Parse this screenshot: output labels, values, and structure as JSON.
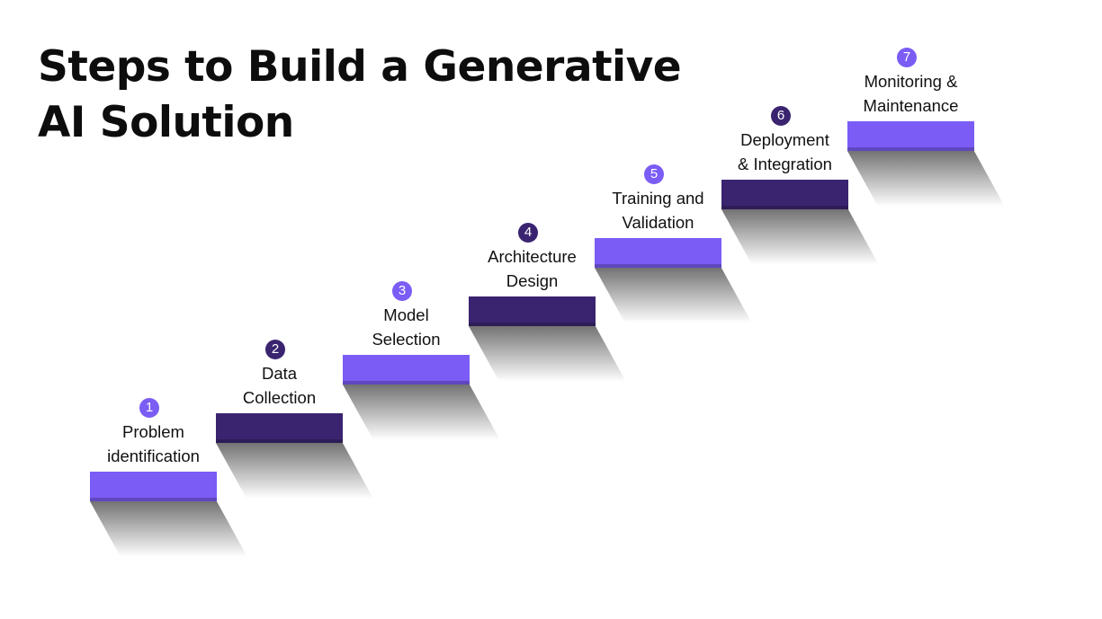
{
  "title": {
    "line1": "Steps to Build a Generative",
    "line2": "AI Solution"
  },
  "colors": {
    "light": "#7b5cf5",
    "dark": "#3a2470",
    "text": "#111111",
    "background": "#ffffff"
  },
  "steps": [
    {
      "number": "1",
      "label": [
        "Problem",
        "identification"
      ],
      "tone": "light"
    },
    {
      "number": "2",
      "label": [
        "Data",
        "Collection"
      ],
      "tone": "dark"
    },
    {
      "number": "3",
      "label": [
        "Model",
        "Selection"
      ],
      "tone": "light"
    },
    {
      "number": "4",
      "label": [
        "Architecture",
        "Design"
      ],
      "tone": "dark"
    },
    {
      "number": "5",
      "label": [
        "Training and",
        "Validation"
      ],
      "tone": "light"
    },
    {
      "number": "6",
      "label": [
        "Deployment",
        "& Integration"
      ],
      "tone": "dark"
    },
    {
      "number": "7",
      "label": [
        "Monitoring &",
        "Maintenance"
      ],
      "tone": "light"
    }
  ]
}
